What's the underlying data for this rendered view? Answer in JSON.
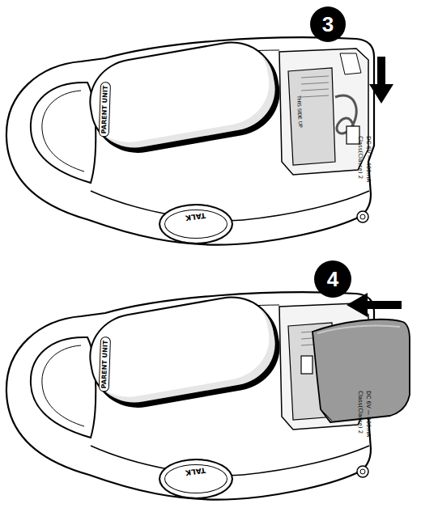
{
  "diagram": {
    "nodes": [
      {
        "text": [
          "3"
        ]
      },
      {
        "text": [
          "PARENT UNIT"
        ]
      },
      {
        "text": [
          "TALK"
        ]
      },
      {
        "text": [
          "4"
        ]
      },
      {
        "text": [
          "PARENT UNIT"
        ]
      },
      {
        "text": [
          "TALK"
        ]
      }
    ],
    "labels": [
      "THIS SIDE UP",
      "DC 6V ⎓ 400mA",
      "Class(Classe) 2",
      "DC 6V ⎓ 400mA",
      "Class(Classe) 2"
    ]
  }
}
